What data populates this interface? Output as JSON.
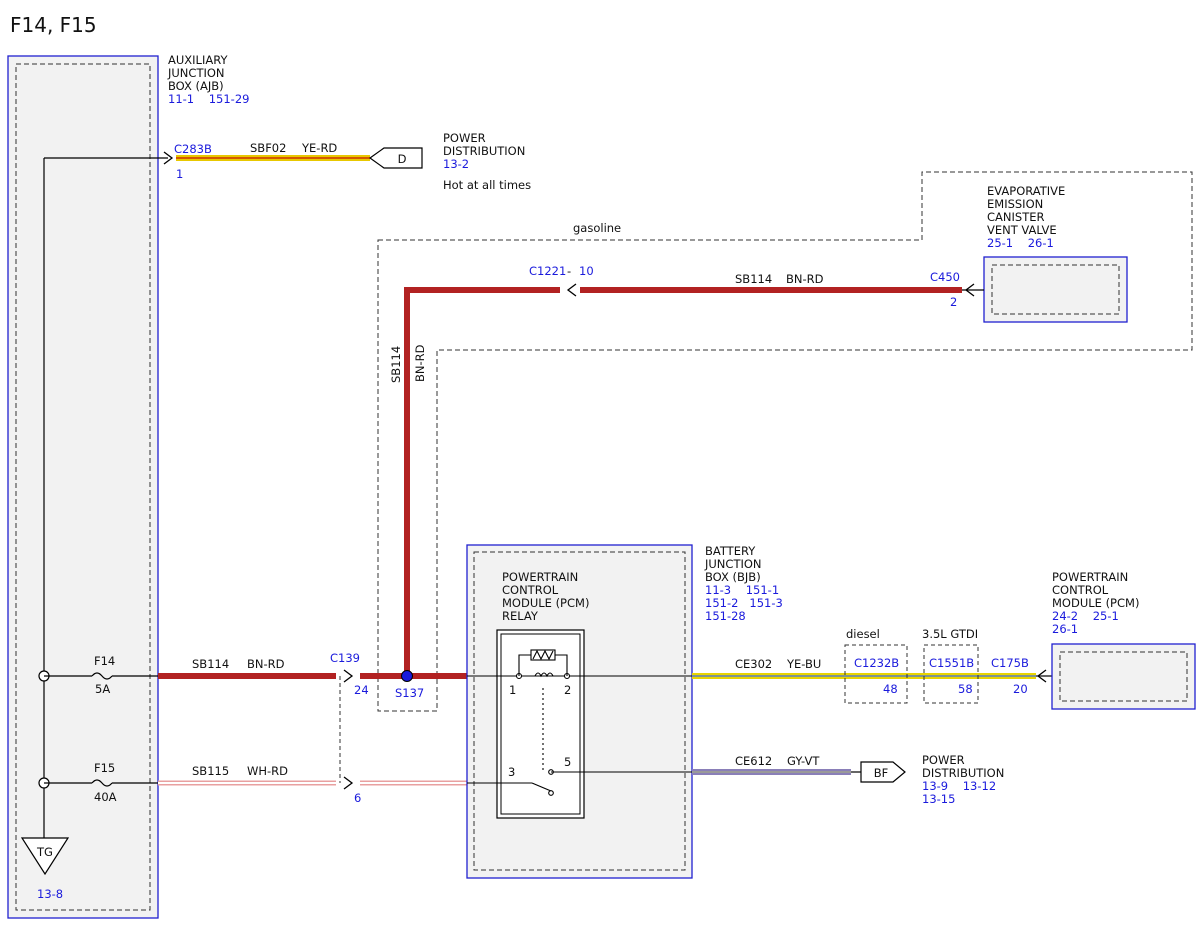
{
  "page_title": "F14, F15",
  "ajb": {
    "name_lines": [
      "AUXILIARY",
      "JUNCTION",
      "BOX (AJB)"
    ],
    "refs": "11-1    151-29",
    "connector": "C283B",
    "pin": "1",
    "fuse_f14": "F14",
    "fuse_f14_rating": "5A",
    "fuse_f15": "F15",
    "fuse_f15_rating": "40A",
    "ground_label": "TG",
    "ground_ref": "13-8"
  },
  "power_dist_d": {
    "circuit": "SBF02",
    "color": "YE-RD",
    "arrow_label": "D",
    "name_lines": [
      "POWER",
      "DISTRIBUTION"
    ],
    "ref": "13-2",
    "note": "Hot at all times"
  },
  "gasoline_label": "gasoline",
  "evap": {
    "name_lines": [
      "EVAPORATIVE",
      "EMISSION",
      "CANISTER",
      "VENT VALVE"
    ],
    "refs": "25-1    26-1",
    "connector": "C450",
    "pin": "2"
  },
  "sb114_upper": {
    "connector": "C1221",
    "pin": "10",
    "dash": "-",
    "circuit": "SB114",
    "color": "BN-RD"
  },
  "sb114_vertical": {
    "circuit": "SB114",
    "color": "BN-RD"
  },
  "sb114_lower": {
    "circuit": "SB114",
    "color": "BN-RD",
    "connector": "C139",
    "pin": "24",
    "splice": "S137"
  },
  "sb115": {
    "circuit": "SB115",
    "color": "WH-RD",
    "pin": "6"
  },
  "relay": {
    "name_lines": [
      "POWERTRAIN",
      "CONTROL",
      "MODULE (PCM)",
      "RELAY"
    ],
    "pin1": "1",
    "pin2": "2",
    "pin3": "3",
    "pin5": "5"
  },
  "bjb": {
    "name_lines": [
      "BATTERY",
      "JUNCTION",
      "BOX (BJB)"
    ],
    "ref_lines": [
      "11-3    151-1",
      "151-2   151-3",
      "151-28"
    ]
  },
  "ce302": {
    "circuit": "CE302",
    "color": "YE-BU",
    "diesel_label": "diesel",
    "diesel_connector": "C1232B",
    "diesel_pin": "48",
    "gtdi_label": "3.5L GTDI",
    "gtdi_connector": "C1551B",
    "gtdi_pin": "58",
    "pcm_connector": "C175B",
    "pcm_pin": "20"
  },
  "pcm": {
    "name_lines": [
      "POWERTRAIN",
      "CONTROL",
      "MODULE (PCM)"
    ],
    "ref_lines": [
      "24-2    25-1",
      "26-1"
    ]
  },
  "ce612": {
    "circuit": "CE612",
    "color": "GY-VT",
    "arrow_label": "BF",
    "name_lines": [
      "POWER",
      "DISTRIBUTION"
    ],
    "ref_lines": [
      "13-9    13-12",
      "13-15"
    ]
  },
  "colors": {
    "connector_ref": "#1a1adc",
    "wire_bn_rd": "#b22222",
    "wire_ye": "#e8c800",
    "component_fill": "#f2f2f2",
    "splice": "#1a1adc"
  }
}
